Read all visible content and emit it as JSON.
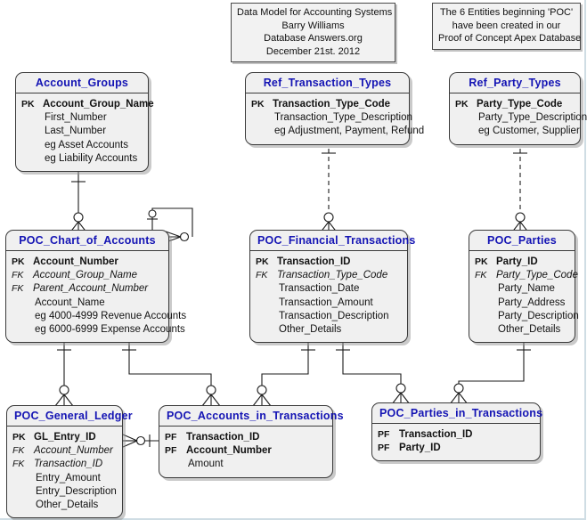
{
  "diagram": {
    "title_note": {
      "lines": [
        "Data Model for Accounting Systems",
        "Barry Williams",
        "Database Answers.org",
        "December 21st. 2012"
      ]
    },
    "poc_note": {
      "lines": [
        "The 6 Entities beginning 'POC'",
        "have been created in our",
        "Proof of Concept Apex Database"
      ]
    },
    "colors": {
      "entity_title": "#1414b4",
      "entity_fill": "#f0f0f0",
      "note_fill": "#f2f2f2",
      "line": "#1b1b1b",
      "page_border": "#cfdde4"
    },
    "entities": [
      {
        "id": "account_groups",
        "name": "Account_Groups",
        "attributes": [
          {
            "key": "PK",
            "name": "Account_Group_Name",
            "kind": "pk"
          },
          {
            "key": "",
            "name": "First_Number",
            "kind": "plain"
          },
          {
            "key": "",
            "name": "Last_Number",
            "kind": "plain"
          },
          {
            "key": "",
            "name": "eg Asset Accounts",
            "kind": "plain"
          },
          {
            "key": "",
            "name": "eg Liability Accounts",
            "kind": "plain"
          }
        ]
      },
      {
        "id": "ref_transaction_types",
        "name": "Ref_Transaction_Types",
        "attributes": [
          {
            "key": "PK",
            "name": "Transaction_Type_Code",
            "kind": "pk"
          },
          {
            "key": "",
            "name": "Transaction_Type_Description",
            "kind": "plain"
          },
          {
            "key": "",
            "name": "eg Adjustment, Payment, Refund",
            "kind": "plain"
          }
        ]
      },
      {
        "id": "ref_party_types",
        "name": "Ref_Party_Types",
        "attributes": [
          {
            "key": "PK",
            "name": "Party_Type_Code",
            "kind": "pk"
          },
          {
            "key": "",
            "name": "Party_Type_Description",
            "kind": "plain"
          },
          {
            "key": "",
            "name": "eg Customer, Supplier",
            "kind": "plain"
          }
        ]
      },
      {
        "id": "poc_chart_of_accounts",
        "name": "POC_Chart_of_Accounts",
        "attributes": [
          {
            "key": "PK",
            "name": "Account_Number",
            "kind": "pk"
          },
          {
            "key": "FK",
            "name": "Account_Group_Name",
            "kind": "fk"
          },
          {
            "key": "FK",
            "name": "Parent_Account_Number",
            "kind": "fk"
          },
          {
            "key": "",
            "name": "Account_Name",
            "kind": "plain"
          },
          {
            "key": "",
            "name": "eg 4000-4999 Revenue Accounts",
            "kind": "plain"
          },
          {
            "key": "",
            "name": "eg 6000-6999 Expense Accounts",
            "kind": "plain"
          }
        ]
      },
      {
        "id": "poc_financial_transactions",
        "name": "POC_Financial_Transactions",
        "attributes": [
          {
            "key": "PK",
            "name": "Transaction_ID",
            "kind": "pk"
          },
          {
            "key": "FK",
            "name": "Transaction_Type_Code",
            "kind": "fk"
          },
          {
            "key": "",
            "name": "Transaction_Date",
            "kind": "plain"
          },
          {
            "key": "",
            "name": "Transaction_Amount",
            "kind": "plain"
          },
          {
            "key": "",
            "name": "Transaction_Description",
            "kind": "plain"
          },
          {
            "key": "",
            "name": "Other_Details",
            "kind": "plain"
          }
        ]
      },
      {
        "id": "poc_parties",
        "name": "POC_Parties",
        "attributes": [
          {
            "key": "PK",
            "name": "Party_ID",
            "kind": "pk"
          },
          {
            "key": "FK",
            "name": "Party_Type_Code",
            "kind": "fk"
          },
          {
            "key": "",
            "name": "Party_Name",
            "kind": "plain"
          },
          {
            "key": "",
            "name": "Party_Address",
            "kind": "plain"
          },
          {
            "key": "",
            "name": "Party_Description",
            "kind": "plain"
          },
          {
            "key": "",
            "name": "Other_Details",
            "kind": "plain"
          }
        ]
      },
      {
        "id": "poc_general_ledger",
        "name": "POC_General_Ledger",
        "attributes": [
          {
            "key": "PK",
            "name": "GL_Entry_ID",
            "kind": "pk"
          },
          {
            "key": "FK",
            "name": "Account_Number",
            "kind": "fk"
          },
          {
            "key": "FK",
            "name": "Transaction_ID",
            "kind": "fk"
          },
          {
            "key": "",
            "name": "Entry_Amount",
            "kind": "plain"
          },
          {
            "key": "",
            "name": "Entry_Description",
            "kind": "plain"
          },
          {
            "key": "",
            "name": "Other_Details",
            "kind": "plain"
          }
        ]
      },
      {
        "id": "poc_accounts_in_transactions",
        "name": "POC_Accounts_in_Transactions",
        "attributes": [
          {
            "key": "PF",
            "name": "Transaction_ID",
            "kind": "pf"
          },
          {
            "key": "PF",
            "name": "Account_Number",
            "kind": "pf"
          },
          {
            "key": "",
            "name": "Amount",
            "kind": "plain"
          }
        ]
      },
      {
        "id": "poc_parties_in_transactions",
        "name": "POC_Parties_in_Transactions",
        "attributes": [
          {
            "key": "PF",
            "name": "Transaction_ID",
            "kind": "pf"
          },
          {
            "key": "PF",
            "name": "Party_ID",
            "kind": "pf"
          }
        ]
      }
    ],
    "relationships": [
      {
        "from": "account_groups",
        "to": "poc_chart_of_accounts",
        "style": "solid",
        "cardinality": "one-to-many"
      },
      {
        "from": "poc_chart_of_accounts",
        "to": "poc_chart_of_accounts",
        "style": "solid",
        "cardinality": "one-to-many",
        "self": true
      },
      {
        "from": "ref_transaction_types",
        "to": "poc_financial_transactions",
        "style": "dashed",
        "cardinality": "one-to-many"
      },
      {
        "from": "ref_party_types",
        "to": "poc_parties",
        "style": "dashed",
        "cardinality": "one-to-many"
      },
      {
        "from": "poc_chart_of_accounts",
        "to": "poc_general_ledger",
        "style": "solid",
        "cardinality": "one-to-many"
      },
      {
        "from": "poc_chart_of_accounts",
        "to": "poc_accounts_in_transactions",
        "style": "solid",
        "cardinality": "one-to-many"
      },
      {
        "from": "poc_financial_transactions",
        "to": "poc_accounts_in_transactions",
        "style": "solid",
        "cardinality": "one-to-many"
      },
      {
        "from": "poc_financial_transactions",
        "to": "poc_parties_in_transactions",
        "style": "solid",
        "cardinality": "one-to-many"
      },
      {
        "from": "poc_parties",
        "to": "poc_parties_in_transactions",
        "style": "solid",
        "cardinality": "one-to-many"
      },
      {
        "from": "poc_general_ledger",
        "to": "poc_accounts_in_transactions",
        "style": "solid",
        "cardinality": "many-to-one"
      }
    ]
  }
}
